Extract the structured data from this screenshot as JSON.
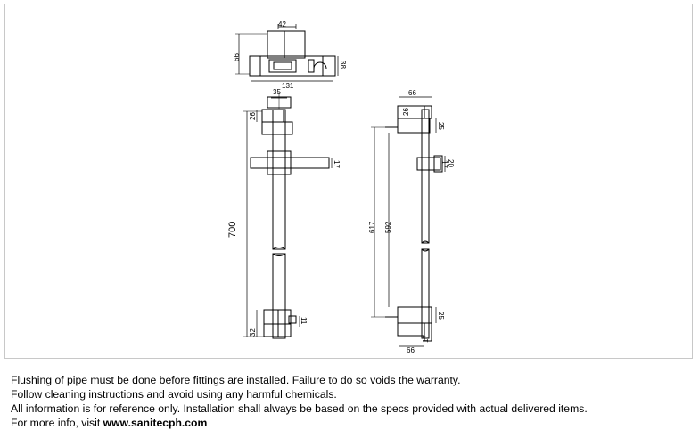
{
  "drawing": {
    "top_view": {
      "width_top": "42",
      "height": "66",
      "depth": "38",
      "width_overall": "131"
    },
    "front_view": {
      "rail_dia": "35",
      "bracket_height": "26",
      "slider_height": "17",
      "overall_height": "700",
      "bottom_offset": "32",
      "pin_size": "11"
    },
    "side_view": {
      "depth_top": "66",
      "bracket_height": "26",
      "bracket_thickness": "25",
      "slider_inner": "17",
      "slider_outer": "20",
      "height_outer": "617",
      "height_inner": "592",
      "depth_bottom": "66",
      "bottom_bracket": "25",
      "base_dim": "17"
    }
  },
  "notes": {
    "line1": "Flushing of pipe must be done before fittings are installed. Failure to do so voids the warranty.",
    "line2": "Follow cleaning instructions and avoid using any harmful chemicals.",
    "line3": "All information is for reference only. Installation shall always be based on the specs provided with actual delivered items.",
    "line4_prefix": "For more info, visit ",
    "line4_link": "www.sanitecph.com"
  }
}
